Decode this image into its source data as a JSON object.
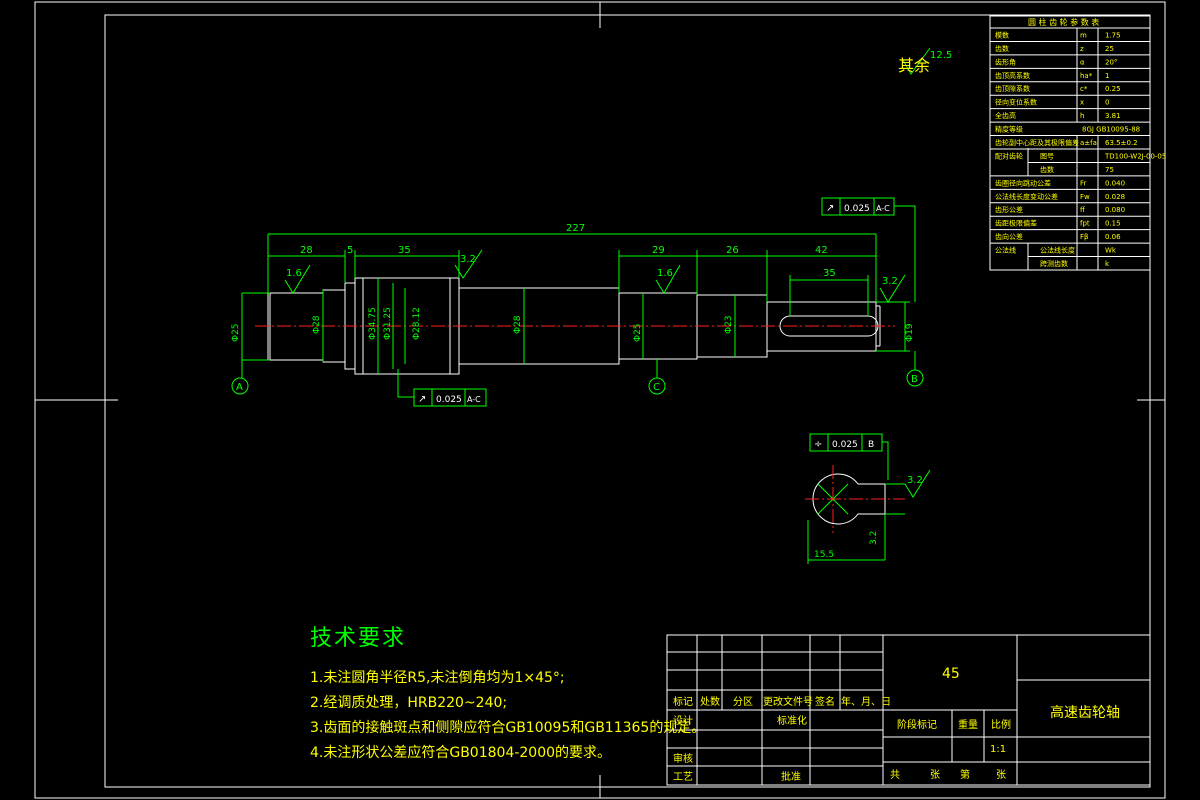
{
  "part_name": "高速齿轮轴",
  "material": "45",
  "scale": "1:1",
  "other_roughness_label": "其余",
  "other_roughness_value": "12.5",
  "tech_requirements": {
    "title": "技术要求",
    "items": [
      "1.未注圆角半径R5,未注倒角均为1×45°;",
      "2.经调质处理，HRB220~240;",
      "3.齿面的接触斑点和侧隙应符合GB10095和GB11365的规定。",
      "4.未注形状公差应符合GB01804-2000的要求。"
    ]
  },
  "dimensions": {
    "overall": "227",
    "d1": "28",
    "d2": "5",
    "d3": "35",
    "d4": "29",
    "d5": "26",
    "d6": "42",
    "d7": "35",
    "ra1": "1.6",
    "ra2": "3.2",
    "ra3": "1.6",
    "ra4": "3.2",
    "ra5": "3.2",
    "dia_a": "Φ25",
    "dia_b": "Φ28",
    "dia_c": "Φ34.75",
    "dia_d": "Φ31.25",
    "dia_e": "Φ28.12",
    "dia_f": "Φ28",
    "dia_g": "Φ25",
    "dia_h": "Φ23",
    "dia_i": "Φ19",
    "key_width": "15.5",
    "key_depth": "3.2"
  },
  "datums": {
    "a": "A",
    "c": "C",
    "b": "B"
  },
  "tolerances": {
    "top": {
      "symbol": "↗",
      "value": "0.025",
      "datum": "A-C"
    },
    "mid": {
      "symbol": "↗",
      "value": "0.025",
      "datum": "A-C"
    },
    "key": {
      "symbol": "÷",
      "value": "0.025",
      "datum": "B"
    }
  },
  "gear_table": {
    "title": "圆 柱 齿 轮 参 数 表",
    "rows": [
      [
        "模数",
        "m",
        "1.75"
      ],
      [
        "齿数",
        "z",
        "25"
      ],
      [
        "齿形角",
        "α",
        "20°"
      ],
      [
        "齿顶高系数",
        "ha*",
        "1"
      ],
      [
        "齿顶隙系数",
        "c*",
        "0.25"
      ],
      [
        "径向变位系数",
        "x",
        "0"
      ],
      [
        "全齿高",
        "h",
        "3.81"
      ],
      [
        "精度等级",
        "",
        "8GJ GB10095-88"
      ],
      [
        "齿轮副中心距及其极限偏差",
        "a±fa",
        "63.5±0.2"
      ],
      [
        "配对齿轮",
        "图号",
        "TD100-W2J-00-05"
      ],
      [
        "",
        "齿数",
        "75"
      ],
      [
        "齿圈径向跳动公差",
        "Fr",
        "0.040"
      ],
      [
        "公法线长度变动公差",
        "Fw",
        "0.028"
      ],
      [
        "齿形公差",
        "ff",
        "0.080"
      ],
      [
        "齿距极限偏差",
        "fpt",
        "0.15"
      ],
      [
        "齿向公差",
        "Fβ",
        "0.06"
      ],
      [
        "公法线",
        "公法线长度",
        "Wk"
      ],
      [
        "",
        "跨测齿数",
        "k"
      ]
    ]
  },
  "title_block": {
    "headers": [
      "标记",
      "处数",
      "分区",
      "更改文件号",
      "签名",
      "年、月、日"
    ],
    "design": "设计",
    "standardize": "标准化",
    "stage_mark": "阶段标记",
    "weight": "重量",
    "ratio": "比例",
    "review": "审核",
    "process": "工艺",
    "approve": "批准",
    "sheets": [
      "共",
      "张",
      "第",
      "张"
    ]
  }
}
